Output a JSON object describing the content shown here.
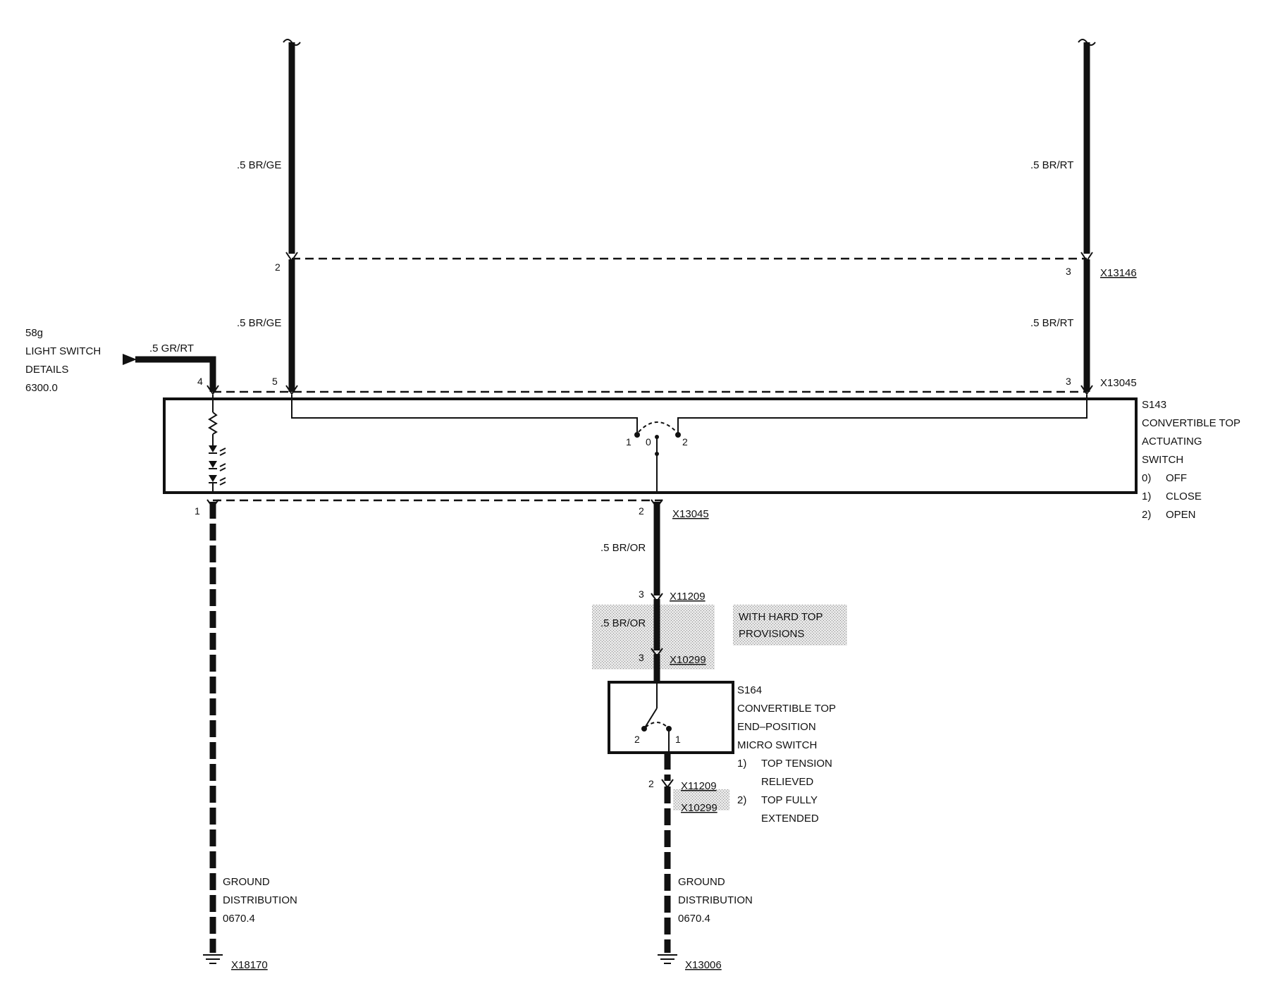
{
  "wires": {
    "left_top": ".5 BR/GE",
    "left_mid": ".5 BR/GE",
    "right_top": ".5 BR/RT",
    "right_mid": ".5 BR/RT",
    "light_feed": ".5 GR/RT",
    "center_upper": ".5 BR/OR",
    "center_shaded": ".5 BR/OR"
  },
  "light_switch_ref": {
    "line1": "58g",
    "line2": "LIGHT SWITCH",
    "line3": "DETAILS",
    "line4": "6300.0"
  },
  "connectors": {
    "x13146": "X13146",
    "x13045_top": "X13045",
    "x13045_bottom": "X13045",
    "x11209_upper": "X11209",
    "x10299_upper": "X10299",
    "x11209_lower": "X11209",
    "x10299_lower": "X10299",
    "x18170": "X18170",
    "x13006": "X13006"
  },
  "pins": {
    "left_top": "2",
    "right_top": "3",
    "light_in": "4",
    "left_in": "5",
    "right_in": "3",
    "left_out": "1",
    "center_out": "2",
    "x11209_upper": "3",
    "x10299_upper": "3",
    "x11209_lower": "2",
    "sw_pos1": "1",
    "sw_pos0": "0",
    "sw_pos2": "2",
    "micro_pos2": "2",
    "micro_pos1": "1"
  },
  "s143": {
    "id": "S143",
    "line1": "CONVERTIBLE TOP",
    "line2": "ACTUATING",
    "line3": "SWITCH",
    "states": [
      {
        "num": "0)",
        "text": "OFF"
      },
      {
        "num": "1)",
        "text": "CLOSE"
      },
      {
        "num": "2)",
        "text": "OPEN"
      }
    ]
  },
  "hard_top_note": {
    "line1": "WITH HARD TOP",
    "line2": "PROVISIONS"
  },
  "s164": {
    "id": "S164",
    "line1": "CONVERTIBLE TOP",
    "line2": "END–POSITION",
    "line3": "MICRO SWITCH",
    "states": [
      {
        "num": "1)",
        "text1": "TOP TENSION",
        "text2": "RELIEVED"
      },
      {
        "num": "2)",
        "text1": "TOP FULLY",
        "text2": "EXTENDED"
      }
    ]
  },
  "ground_left": {
    "line1": "GROUND",
    "line2": "DISTRIBUTION",
    "line3": "0670.4"
  },
  "ground_right": {
    "line1": "GROUND",
    "line2": "DISTRIBUTION",
    "line3": "0670.4"
  }
}
